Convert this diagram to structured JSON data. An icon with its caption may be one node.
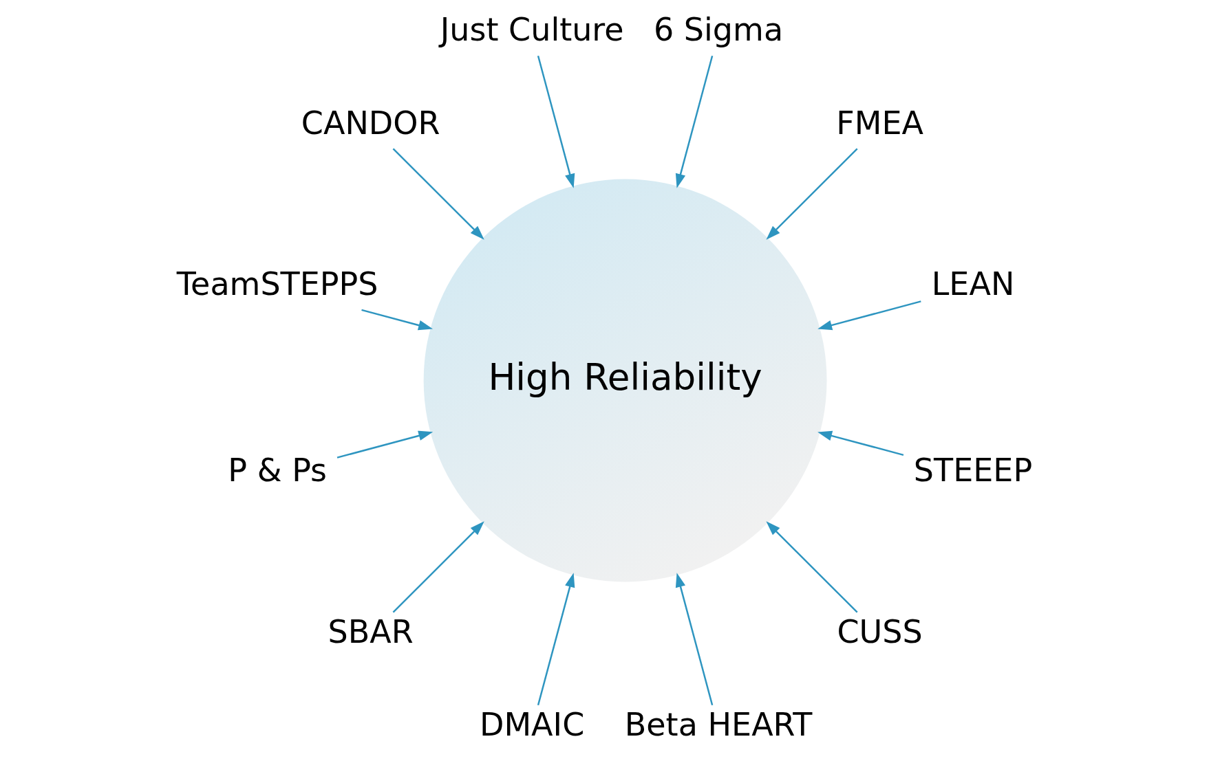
{
  "diagram": {
    "nodes": [
      {
        "text": [
          "High Reliability"
        ]
      },
      {
        "text": [
          "LEAN"
        ]
      },
      {
        "text": [
          "FMEA"
        ]
      },
      {
        "text": [
          "6 Sigma"
        ]
      },
      {
        "text": [
          "Just Culture"
        ]
      },
      {
        "text": [
          "CANDOR"
        ]
      },
      {
        "text": [
          "TeamSTEPPS"
        ]
      },
      {
        "text": [
          "P & Ps"
        ]
      },
      {
        "text": [
          "SBAR"
        ]
      },
      {
        "text": [
          "DMAIC"
        ]
      },
      {
        "text": [
          "Beta HEART"
        ]
      },
      {
        "text": [
          "CUSS"
        ]
      },
      {
        "text": [
          "STEEEP"
        ]
      }
    ],
    "edges": [
      {
        "from": 1,
        "to": 0,
        "arrow": "to"
      },
      {
        "from": 3,
        "to": 0,
        "arrow": "to"
      },
      {
        "from": 5,
        "to": 0,
        "arrow": "to"
      },
      {
        "from": 7,
        "to": 0,
        "arrow": "to"
      },
      {
        "from": 9,
        "to": 0,
        "arrow": "to"
      },
      {
        "from": 11,
        "to": 0,
        "arrow": "to"
      },
      {
        "from": 12,
        "to": 0,
        "arrow": "to"
      },
      {
        "from": 10,
        "to": 0,
        "arrow": "to"
      },
      {
        "from": 8,
        "to": 0,
        "arrow": "to"
      },
      {
        "from": 6,
        "to": 0,
        "arrow": "to"
      },
      {
        "from": 4,
        "to": 0,
        "arrow": "to"
      },
      {
        "from": 2,
        "to": 0,
        "arrow": "to"
      }
    ]
  }
}
